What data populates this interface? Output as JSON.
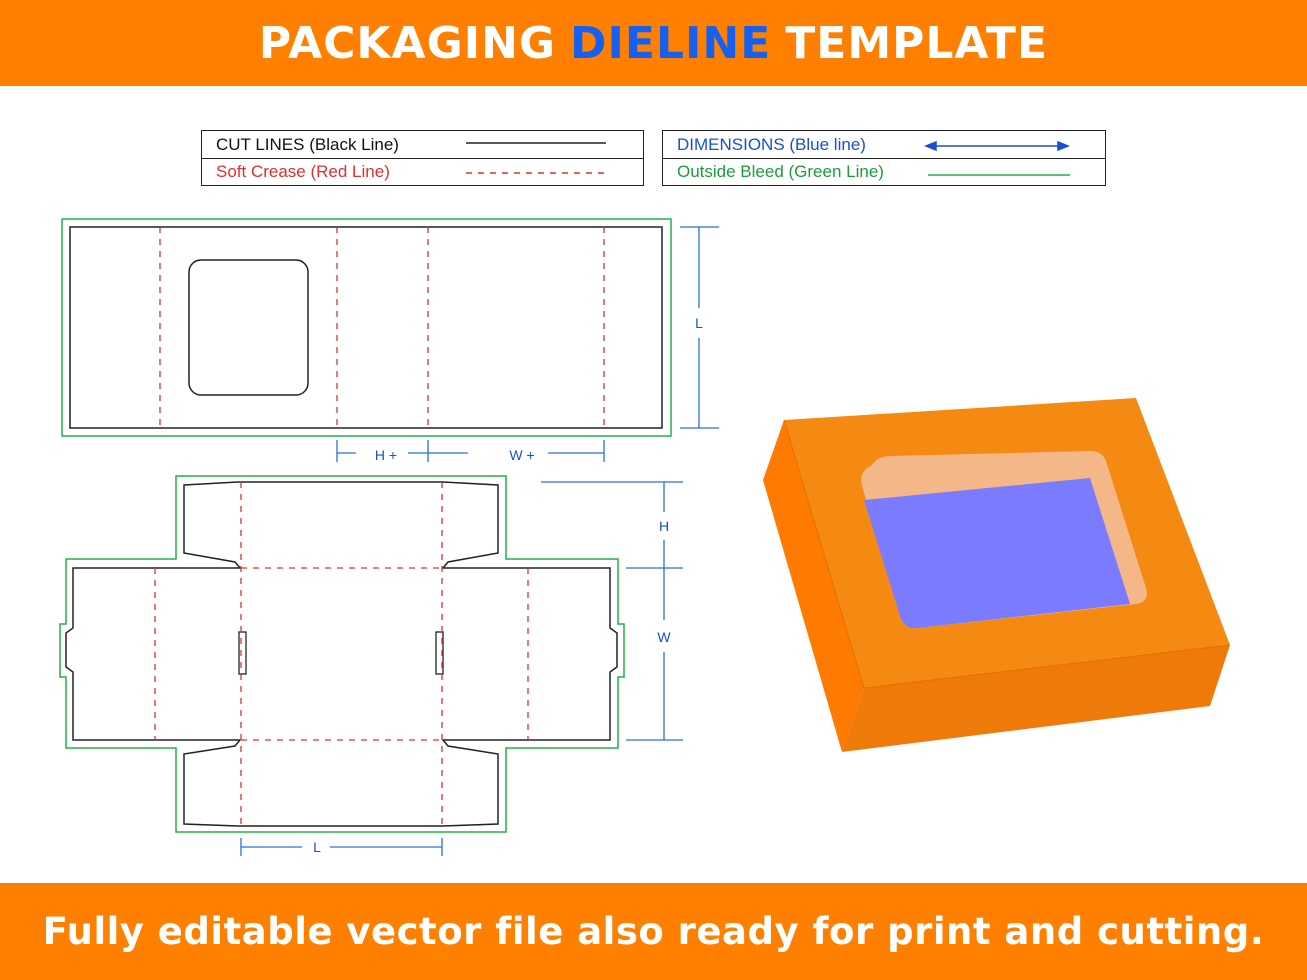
{
  "header": {
    "title_part1": "PACKAGING",
    "title_part2": "DIELINE",
    "title_part3": "TEMPLATE"
  },
  "legend": {
    "cut_lines": "CUT LINES (Black Line)",
    "soft_crease": "Soft Crease (Red Line)",
    "dimensions": "DIMENSIONS (Blue line)",
    "outside_bleed": "Outside Bleed (Green Line)"
  },
  "dimension_labels": {
    "sleeve_length": "L",
    "sleeve_height_plus": "H +",
    "sleeve_width_plus": "W +",
    "tray_height": "H",
    "tray_width": "W",
    "tray_length": "L"
  },
  "footer": {
    "text": "Fully editable vector file also ready for print and cutting."
  },
  "colors": {
    "banner_orange": "#FF8000",
    "dieline_blue_accent": "#1560F0",
    "cut_black": "#222222",
    "crease_red": "#E03030",
    "dimension_blue": "#2A6FD6",
    "bleed_green": "#22B04A",
    "box_orange_front": "#F58A12",
    "box_orange_side": "#FF7C00",
    "box_window_blue": "#7B7BFF"
  }
}
